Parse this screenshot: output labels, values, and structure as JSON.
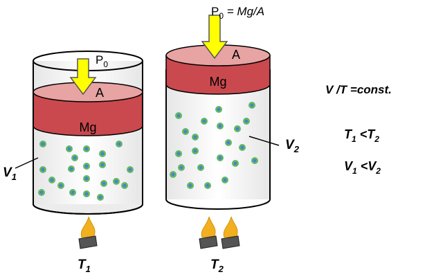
{
  "left_cylinder": {
    "pressure_label": "P",
    "pressure_sub": "0",
    "area_label": "A",
    "mass_label": "Mg",
    "volume_label": "V",
    "volume_sub": "1",
    "temp_label": "T",
    "temp_sub": "1",
    "flame_count": 1
  },
  "right_cylinder": {
    "pressure_label": "P",
    "pressure_sub": "0",
    "pressure_eq": " = Mg/A",
    "area_label": "A",
    "mass_label": "Mg",
    "volume_label": "V",
    "volume_sub": "2",
    "temp_label": "T",
    "temp_sub": "2",
    "flame_count": 2
  },
  "relations": {
    "law": "V /T =const.",
    "temp_a": "T",
    "temp_a_sub": "1",
    "temp_op": " <T",
    "temp_b_sub": "2",
    "vol_a": "V",
    "vol_a_sub": "1",
    "vol_op": " <V",
    "vol_b_sub": "2"
  },
  "colors": {
    "piston_top": "#e8a3a3",
    "piston_side": "#c9494e",
    "arrow": "#ffff00",
    "molecule_outer": "#62b862",
    "molecule_inner": "#4a7fd6",
    "flame": "#f2b021",
    "burner": "#555555"
  }
}
